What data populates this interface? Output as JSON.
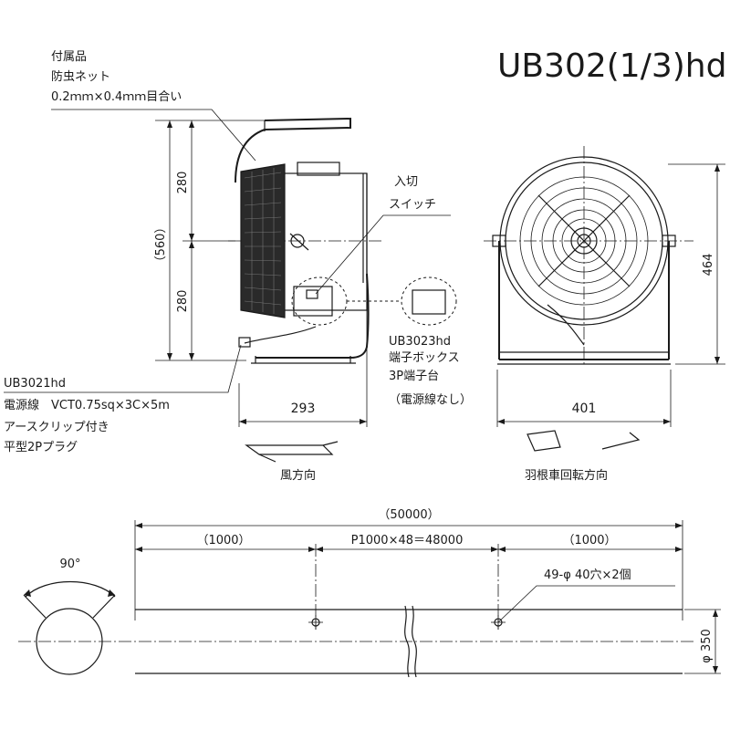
{
  "model": "UB302(1/3)hd",
  "accessory": {
    "line1": "付属品",
    "line2": "防虫ネット",
    "line3": "0.2ｍｍ×0.4ｍｍ目合い"
  },
  "switch_label": {
    "line1": "入切",
    "line2": "スイッチ"
  },
  "terminal_box": {
    "line1": "UB3023hd",
    "line2": "端子ボックス",
    "line3": "3P端子台",
    "line4": "（電源線なし）"
  },
  "power_cord": {
    "line1": "UB3021hd",
    "line2": "電源線　VCT0.75sq×3C×5m",
    "line3": "アースクリップ付き",
    "line4": "平型2Pプラグ"
  },
  "dimensions": {
    "overall_height": "（560）",
    "upper_height": "280",
    "lower_height": "280",
    "side_width": "293",
    "front_width": "401",
    "front_height": "464",
    "duct_length": "（50000）",
    "duct_end_left": "（1000）",
    "duct_pitch": "P1000×48＝48000",
    "duct_end_right": "（1000）",
    "duct_holes": "49-φ 40穴×2個",
    "duct_diameter": "φ 350",
    "angle": "90°"
  },
  "arrows": {
    "wind_direction": "風方向",
    "rotation_direction": "羽根車回転方向"
  }
}
